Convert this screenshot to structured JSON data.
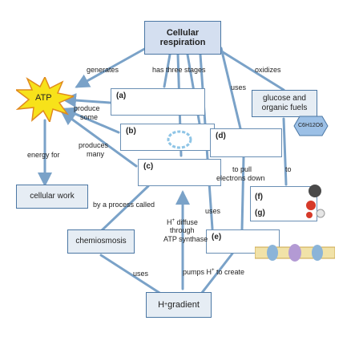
{
  "nodes": {
    "title": "Cellular respiration",
    "atp": "ATP",
    "cellular_work": "cellular work",
    "chemiosmosis": "chemiosmosis",
    "h_gradient_prefix": "H",
    "h_gradient_sup": "+",
    "h_gradient_suffix": "gradient",
    "glucose": "glucose and organic fuels",
    "c6_formula": "C6H12O6"
  },
  "blanks": {
    "a": "(a)",
    "b": "(b)",
    "c": "(c)",
    "d": "(d)",
    "e": "(e)",
    "f": "(f)",
    "g": "(g)"
  },
  "links": {
    "generates": "generates",
    "has_three_stages": "has three stages",
    "oxidizes": "oxidizes",
    "uses_right": "uses",
    "produce_some_1": "produce",
    "produce_some_2": "some",
    "produces_many_1": "produces",
    "produces_many_2": "many",
    "energy_for": "energy for",
    "by_process": "by a process called",
    "to_pull_1": "to pull",
    "to_pull_2": "electrons down",
    "to": "to",
    "uses_mid": "uses",
    "h_diffuse_1_prefix": "H",
    "h_diffuse_1_sup": "+",
    "h_diffuse_1_suffix": " diffuse",
    "h_diffuse_2": "through",
    "h_diffuse_3": "ATP synthase",
    "uses_bottom": "uses",
    "pumps_prefix": "pumps H",
    "pumps_sup": "+",
    "pumps_suffix": " to create"
  },
  "colors": {
    "connector": "#7aa2c8",
    "box_border": "#4b77a4",
    "atp_burst": "#f7e21a",
    "hexagon": "#9cc0e6"
  }
}
